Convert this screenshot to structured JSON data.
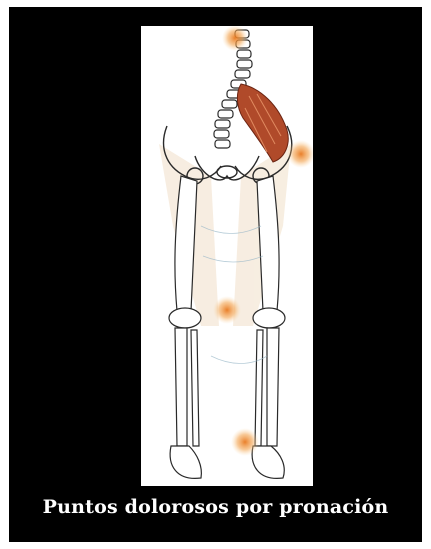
{
  "caption": "Puntos dolorosos por pronación",
  "colors": {
    "background": "#000000",
    "pain_point": "#f0a040",
    "muscle": "#b04a2a",
    "bone_line": "#2a2a2a"
  },
  "icons": {
    "pain_points": "orange-glow-dots",
    "figure": "skeleton-legs-and-spine"
  }
}
